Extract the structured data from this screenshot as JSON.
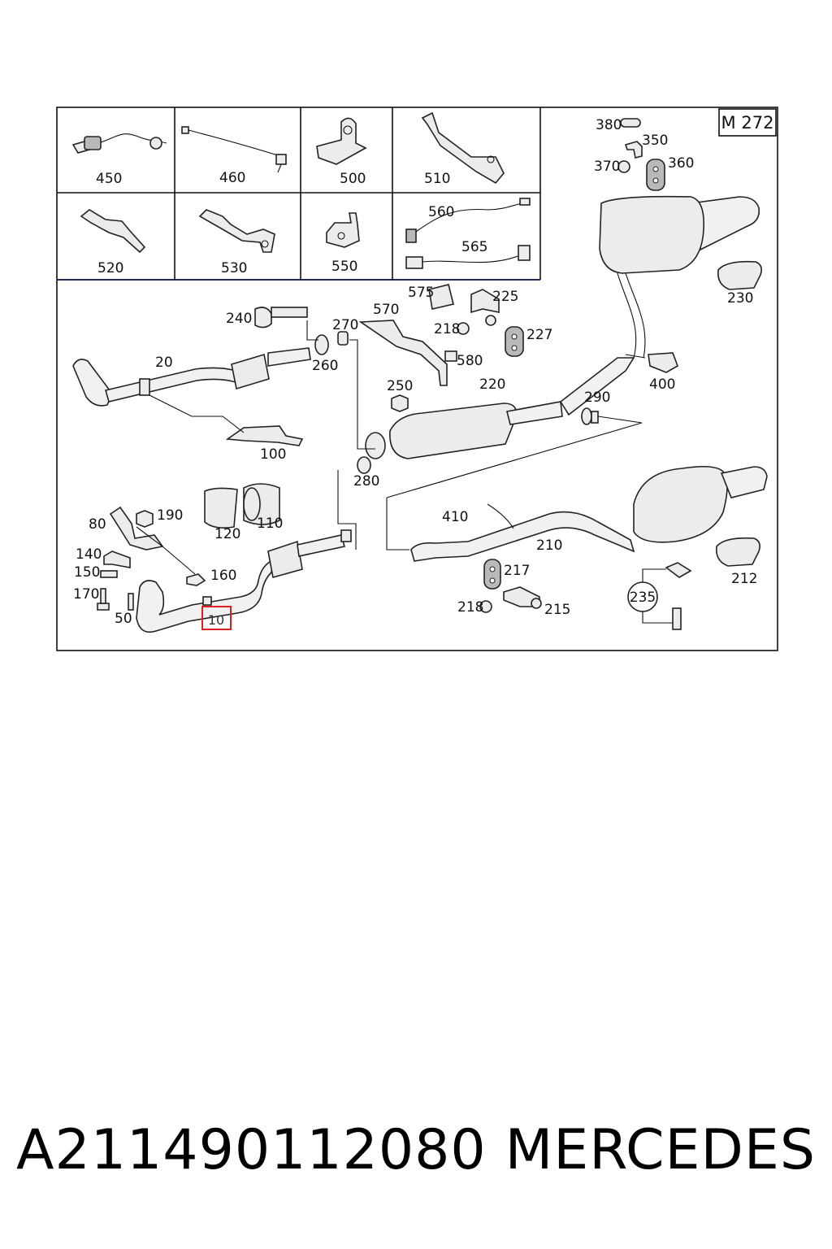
{
  "diagram": {
    "model_code": "M 272",
    "highlighted_part": "10",
    "part_labels": {
      "p450": "450",
      "p460": "460",
      "p500": "500",
      "p510": "510",
      "p520": "520",
      "p530": "530",
      "p550": "550",
      "p560": "560",
      "p565": "565",
      "p380": "380",
      "p350": "350",
      "p370": "370",
      "p360": "360",
      "p230": "230",
      "p240": "240",
      "p270": "270",
      "p570": "570",
      "p575": "575",
      "p225": "225",
      "p218a": "218",
      "p227": "227",
      "p580": "580",
      "p20": "20",
      "p260": "260",
      "p250": "250",
      "p220": "220",
      "p290": "290",
      "p400": "400",
      "p100": "100",
      "p280": "280",
      "p410": "410",
      "p210": "210",
      "p190": "190",
      "p80": "80",
      "p120": "120",
      "p110": "110",
      "p140": "140",
      "p150": "150",
      "p160": "160",
      "p217": "217",
      "p212": "212",
      "p170": "170",
      "p235": "235",
      "p50": "50",
      "p218b": "218",
      "p215": "215"
    }
  },
  "footer": {
    "part_number": "A211490112080",
    "brand": "MERCEDES"
  }
}
